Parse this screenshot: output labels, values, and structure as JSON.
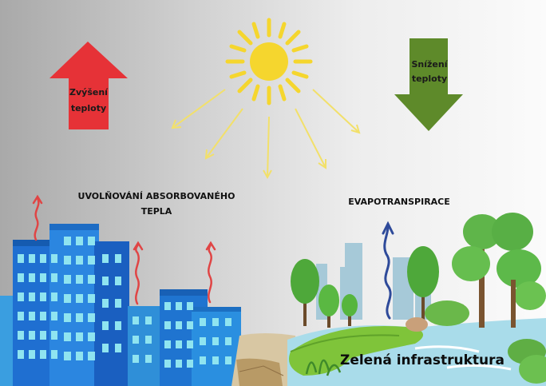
{
  "labels": {
    "temp_increase": "Zvýšení teploty",
    "temp_decrease": "Snížení teploty",
    "heat_release": "UVOLŇOVÁNÍ ABSORBOVANÉHO TEPLA",
    "evapotranspiration": "EVAPOTRANSPIRACE",
    "green_infrastructure": "Zelená infrastruktura"
  },
  "icons": {
    "sun": "sun-icon",
    "arrow_up": "red-up-arrow-icon",
    "arrow_down": "green-down-arrow-icon",
    "heat_wave": "heat-wave-arrow-icon",
    "vapor": "vapor-wave-arrow-icon"
  },
  "colors": {
    "arrow_up": "#e63237",
    "arrow_down": "#5e8a2a",
    "sun": "#f5d62e",
    "heat_wave": "#e04545",
    "vapor": "#2e4a9a",
    "buildings": "#1f6fd1",
    "water": "#a9dcea",
    "grass": "#7fc43a"
  }
}
